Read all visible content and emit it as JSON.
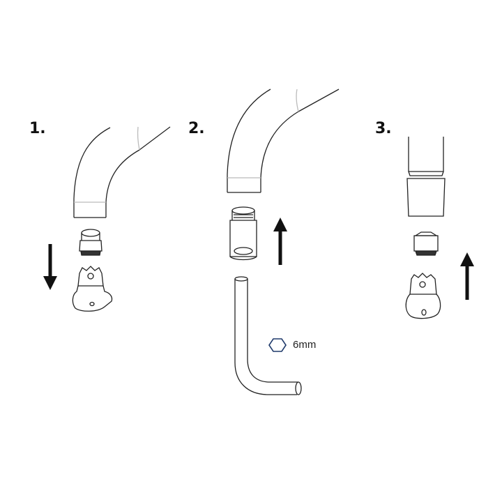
{
  "steps": [
    {
      "label": "1."
    },
    {
      "label": "2."
    },
    {
      "label": "3."
    }
  ],
  "hex_key": {
    "size_label": "6mm",
    "icon": "hexagon-icon"
  },
  "colors": {
    "line": "#222222",
    "light_line": "#bbbbbb",
    "hex": "#1f3a6b"
  }
}
